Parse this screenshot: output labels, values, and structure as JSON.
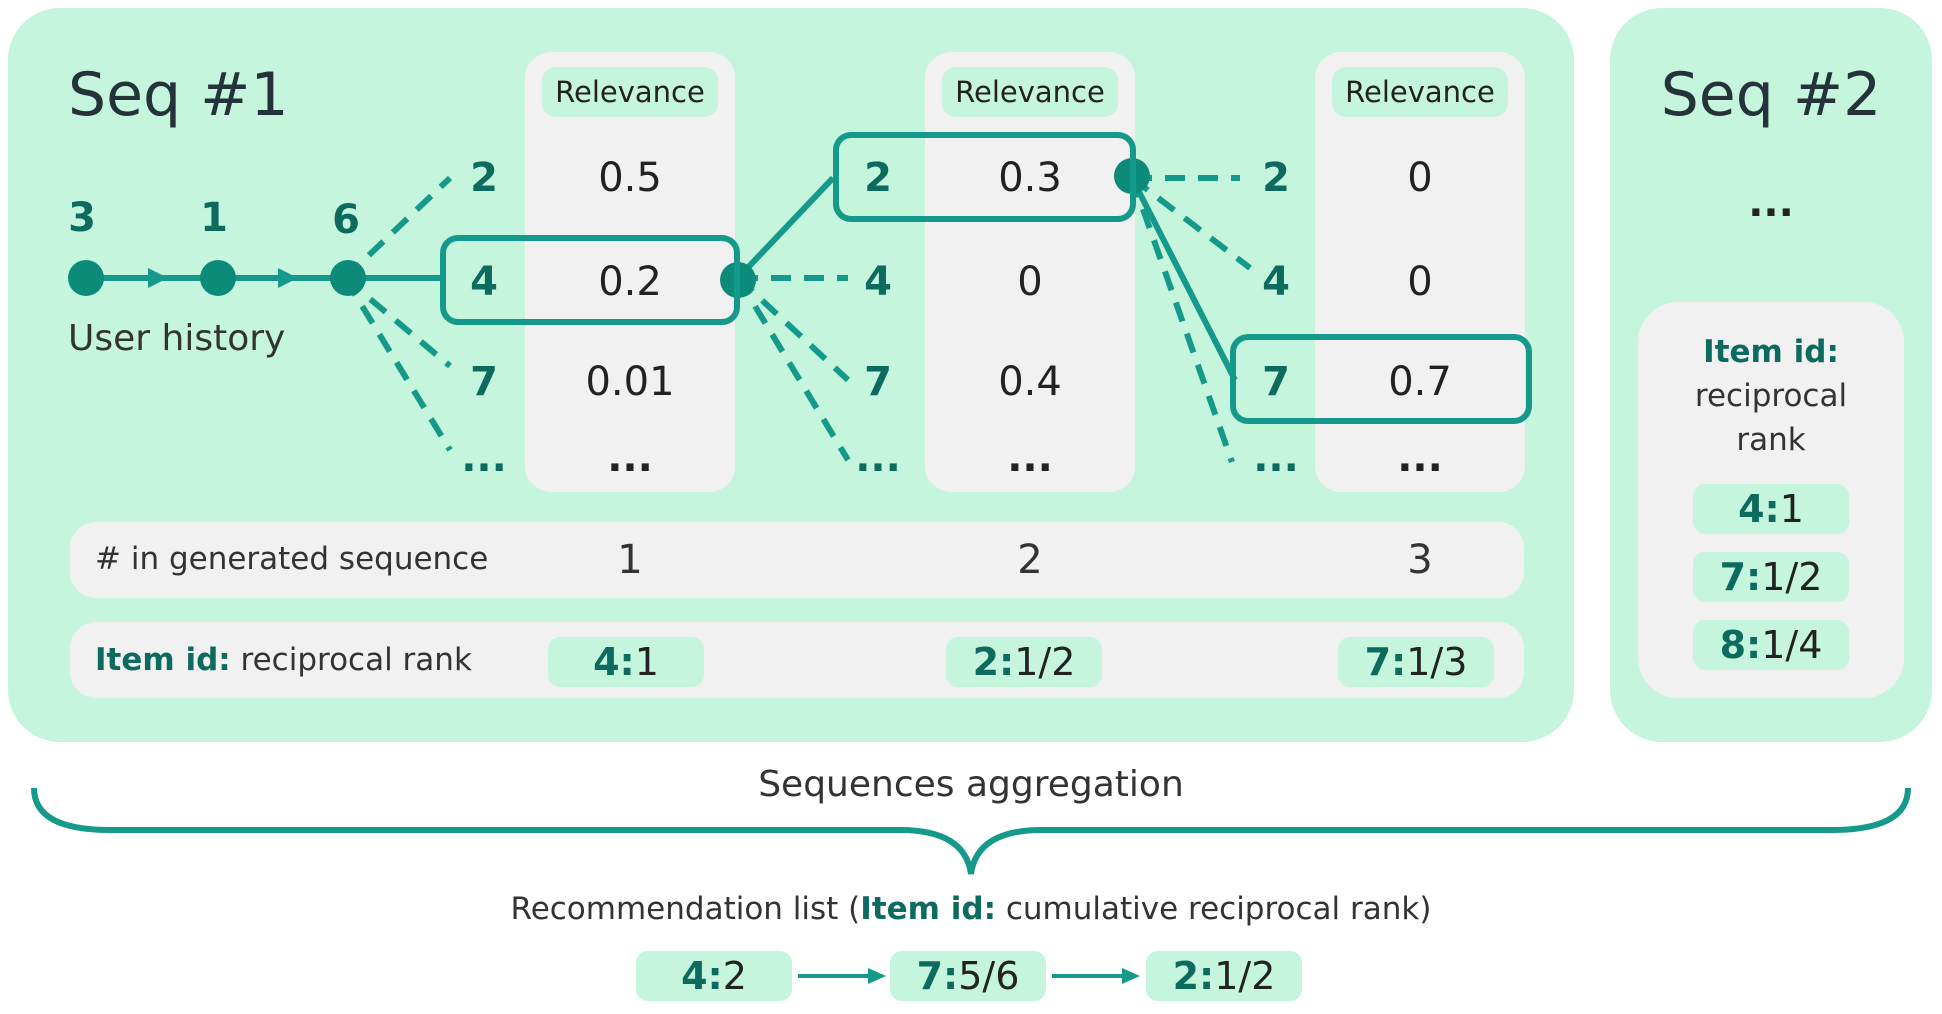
{
  "seq1": {
    "title": "Seq #1",
    "history_nodes": [
      "3",
      "1",
      "6"
    ],
    "history_label": "User history",
    "columns": [
      {
        "header": "Relevance",
        "candidates": [
          "2",
          "4",
          "7",
          "..."
        ],
        "values": [
          "0.5",
          "0.2",
          "0.01",
          "..."
        ],
        "selected": "4"
      },
      {
        "header": "Relevance",
        "candidates": [
          "2",
          "4",
          "7",
          "..."
        ],
        "values": [
          "0.3",
          "0",
          "0.4",
          "..."
        ],
        "selected": "2"
      },
      {
        "header": "Relevance",
        "candidates": [
          "2",
          "4",
          "7",
          "..."
        ],
        "values": [
          "0",
          "0",
          "0.7",
          "..."
        ],
        "selected": "7"
      }
    ],
    "generated_label": "# in generated sequence",
    "positions": [
      "1",
      "2",
      "3"
    ],
    "rr_label_bold": "Item id:",
    "rr_label_rest": " reciprocal rank",
    "rr_items": [
      {
        "id": "4:",
        "rr": " 1"
      },
      {
        "id": "2:",
        "rr": " 1/2"
      },
      {
        "id": "7:",
        "rr": " 1/3"
      }
    ]
  },
  "seq2": {
    "title": "Seq #2",
    "ellipsis": "...",
    "legend_bold": "Item id:",
    "legend_line2": "reciprocal",
    "legend_line3": "rank",
    "items": [
      {
        "id": "4:",
        "rr": " 1"
      },
      {
        "id": "7:",
        "rr": " 1/2"
      },
      {
        "id": "8:",
        "rr": " 1/4"
      }
    ]
  },
  "aggregation_label": "Sequences aggregation",
  "recommendation": {
    "prefix": "Recommendation list (",
    "bold": "Item id:",
    "suffix": " cumulative reciprocal rank)",
    "items": [
      {
        "id": "4:",
        "score": " 2"
      },
      {
        "id": "7:",
        "score": " 5/6"
      },
      {
        "id": "2:",
        "score": " 1/2"
      }
    ]
  },
  "colors": {
    "panel": "#c5f5dc",
    "teal": "#15998a",
    "teal_text": "#0c6b5e",
    "grey": "#f1f1f1"
  }
}
